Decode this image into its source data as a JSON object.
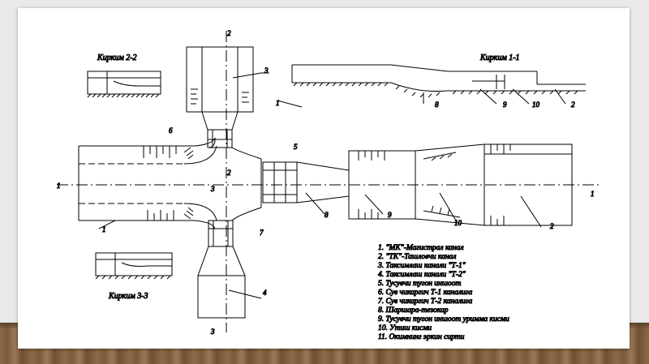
{
  "sections": {
    "s11": "Кирким 1-1",
    "s22": "Кирким 2-2",
    "s33": "Кирким 3-3"
  },
  "legend": [
    "1.  \"МК\"-Магистрал канал",
    "2.  \"ТК\"-Ташловчи канал",
    "3. Таксимлаш канали \"Т-1\"",
    "4. Таксимлаш канали \"Т-2\"",
    "5.  Тусувчи тугон иншоот",
    "6. Сув чикаргич Т-1 каналига",
    "7. Сув чикаргич Т-2 каналига",
    "8. Шаршара-тезокар",
    "9. Тусувчи тугон иншоот уримма кисми",
    "10. Утиш кисми",
    "11. Окимнинг эркин сирти"
  ],
  "labels": {
    "n1": "1",
    "n2": "2",
    "n3": "3",
    "n4": "4",
    "n5": "5",
    "n6": "6",
    "n7": "7",
    "n8": "8",
    "n9": "9",
    "n10": "10"
  },
  "colors": {
    "ink": "#000000",
    "paper": "#ffffff",
    "floor": "#8a6a48",
    "wall": "#e9e9e9"
  }
}
